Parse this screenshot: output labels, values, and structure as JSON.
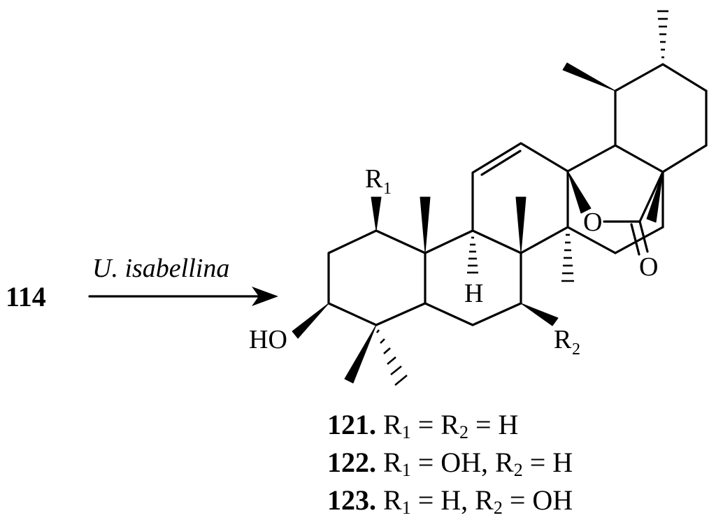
{
  "reaction": {
    "reactant": "114",
    "organism": "U. isabellina"
  },
  "molecule": {
    "atoms": {
      "r1": "R",
      "r1_sub": "1",
      "r2": "R",
      "r2_sub": "2",
      "ho": "HO",
      "h": "H",
      "ring_o": "O",
      "carbonyl_o": "O"
    }
  },
  "products": [
    {
      "id": "121.",
      "r1": "R",
      "r1_sub": "1",
      "eq1": " = ",
      "r2": "R",
      "r2_sub": "2",
      "eq2": " = H"
    },
    {
      "id": "122.",
      "r1": "R",
      "r1_sub": "1",
      "eq1": " = OH, ",
      "r2": "R",
      "r2_sub": "2",
      "eq2": " = H"
    },
    {
      "id": "123.",
      "r1": "R",
      "r1_sub": "1",
      "eq1": " = H, ",
      "r2": "R",
      "r2_sub": "2",
      "eq2": " = OH"
    }
  ]
}
